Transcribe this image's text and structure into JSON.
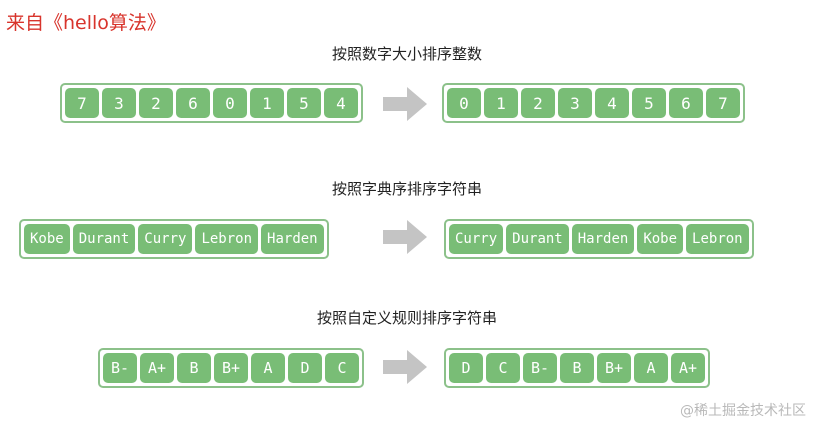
{
  "source_label": "来自《hello算法》",
  "watermark": "@稀土掘金技术社区",
  "colors": {
    "cell_fill": "#79bd76",
    "array_border": "#8cc18a",
    "arrow": "#c4c4c4",
    "source_label": "#d8342c"
  },
  "sections": [
    {
      "title": "按照数字大小排序整数",
      "before": [
        "7",
        "3",
        "2",
        "6",
        "0",
        "1",
        "5",
        "4"
      ],
      "after": [
        "0",
        "1",
        "2",
        "3",
        "4",
        "5",
        "6",
        "7"
      ]
    },
    {
      "title": "按照字典序排序字符串",
      "before": [
        "Kobe",
        "Durant",
        "Curry",
        "Lebron",
        "Harden"
      ],
      "after": [
        "Curry",
        "Durant",
        "Harden",
        "Kobe",
        "Lebron"
      ]
    },
    {
      "title": "按照自定义规则排序字符串",
      "before": [
        "B-",
        "A+",
        "B",
        "B+",
        "A",
        "D",
        "C"
      ],
      "after": [
        "D",
        "C",
        "B-",
        "B",
        "B+",
        "A",
        "A+"
      ]
    }
  ]
}
